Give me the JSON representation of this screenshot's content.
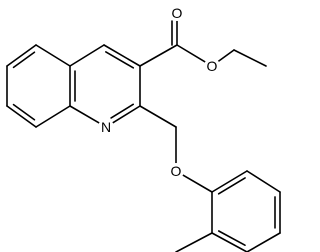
{
  "molecule": {
    "atom_labels": [
      {
        "id": "O_carbonyl",
        "text": "O"
      },
      {
        "id": "O_ester",
        "text": "O"
      },
      {
        "id": "N_ring",
        "text": "N"
      },
      {
        "id": "O_ether",
        "text": "O"
      }
    ],
    "colors": {
      "bond": "#000000",
      "label": "#000000",
      "background": "#ffffff"
    }
  }
}
